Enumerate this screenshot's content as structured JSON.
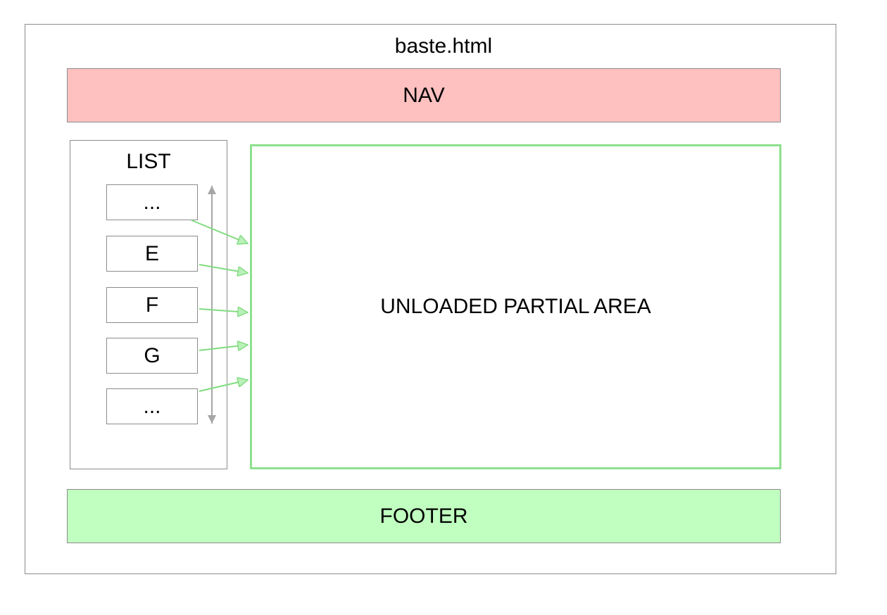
{
  "page_title": "baste.html",
  "nav": {
    "label": "NAV",
    "color": "#ffc0c0"
  },
  "list": {
    "title": "LIST",
    "items": [
      "...",
      "E",
      "F",
      "G",
      "..."
    ]
  },
  "partial_area": {
    "label": "UNLOADED PARTIAL AREA",
    "border_color": "#8ee08e"
  },
  "footer": {
    "label": "FOOTER",
    "color": "#c0ffc0"
  },
  "arrows": {
    "link_color": "#7fdc7f",
    "scroll_color": "#a6a6a6"
  }
}
